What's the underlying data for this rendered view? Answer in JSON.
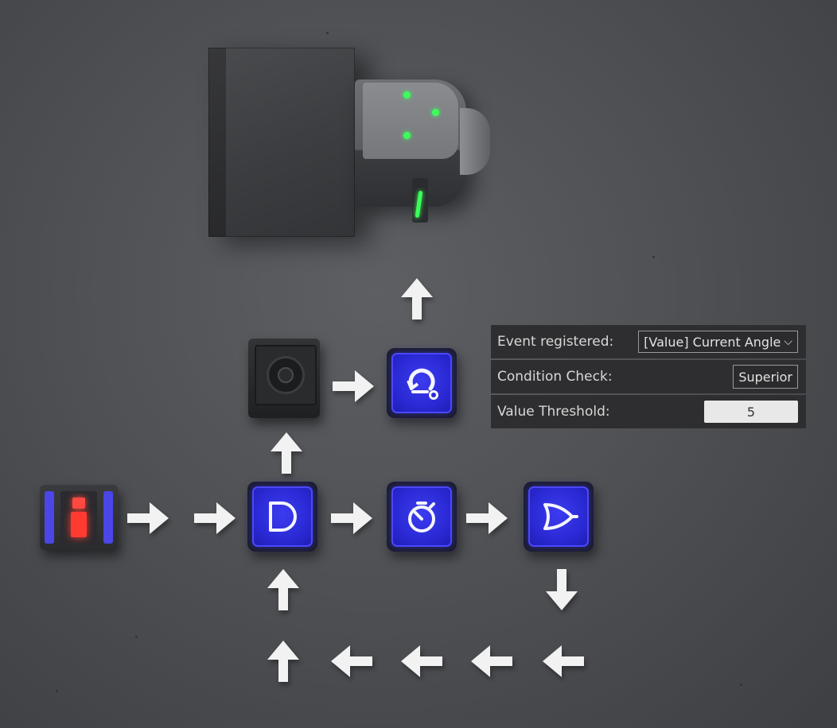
{
  "scene": {
    "robot": {
      "icon": "robot-icon"
    },
    "tiles": [
      {
        "id": "start",
        "icon": "start-switch-icon"
      },
      {
        "id": "sensor",
        "icon": "rotation-sensor-icon"
      },
      {
        "id": "event",
        "icon": "rotate-event-icon"
      },
      {
        "id": "and-gate",
        "icon": "and-gate-icon"
      },
      {
        "id": "timer",
        "icon": "timer-icon"
      },
      {
        "id": "or-gate",
        "icon": "or-gate-icon"
      }
    ],
    "accent_color": "#2a29d4",
    "arrow_color": "#f2f2f2"
  },
  "panel": {
    "event_label": "Event registered:",
    "event_value": "[Value] Current Angle",
    "condition_label": "Condition Check:",
    "condition_value": "Superior",
    "threshold_label": "Value Threshold:",
    "threshold_value": "5"
  }
}
